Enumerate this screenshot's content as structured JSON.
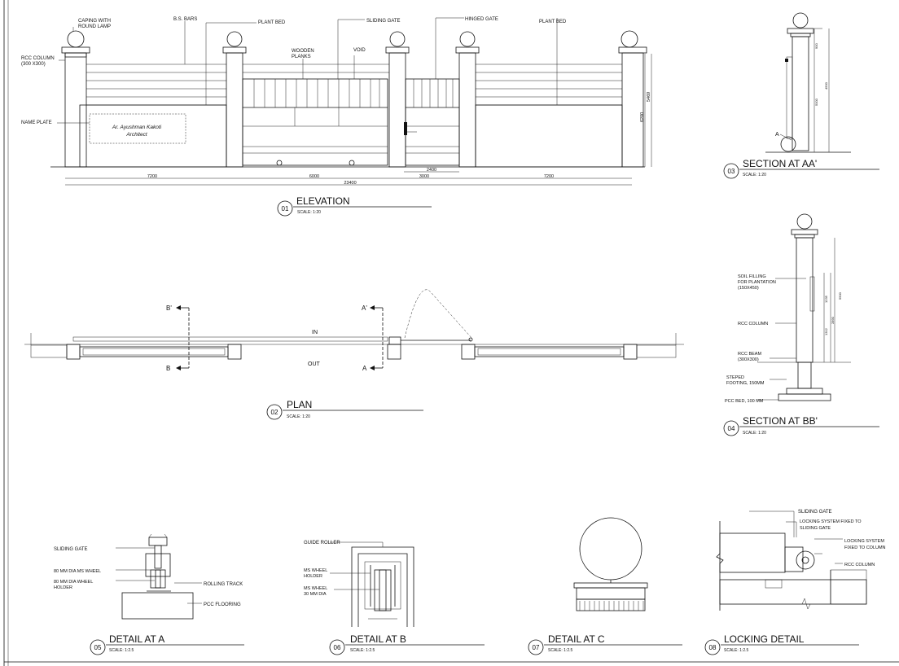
{
  "drawings": {
    "elevation": {
      "num": "01",
      "title": "ELEVATION",
      "scale": "SCALE:  1:20",
      "labels": {
        "caping": [
          "CAPING WITH",
          "ROUND LAMP"
        ],
        "ms_bars": "B.S. BARS",
        "plant_bed_1": "PLANT BED",
        "sliding_gate": "SLIDING GATE",
        "hinged_gate": "HINGED GATE",
        "plant_bed_2": "PLANT BED",
        "rcc_column": [
          "RCC COLUMN",
          "(300 X300)"
        ],
        "wooden_planks": [
          "WOODEN",
          "PLANKS"
        ],
        "void": "VOID",
        "name_plate": "NAME PLATE"
      },
      "plate_text": [
        "Ar. Ayushman Kakoti",
        "Architect"
      ],
      "dims": {
        "d1": "7200",
        "d2": "6000",
        "d3": "3000",
        "d4": "7200",
        "total": "23400",
        "gate": "2400",
        "h1": "6200",
        "h2": "5469"
      }
    },
    "section_aa": {
      "num": "03",
      "title": "SECTION AT AA'",
      "scale": "SCALE:  1:20",
      "marker": "A",
      "dims": {
        "a": "900",
        "b": "5000",
        "c": "4500"
      }
    },
    "plan": {
      "num": "02",
      "title": "PLAN",
      "scale": "SCALE:  1:20",
      "in": "IN",
      "out": "OUT",
      "b_top": "B'",
      "b_bot": "B",
      "a_top": "A'",
      "a_bot": "A"
    },
    "section_bb": {
      "num": "04",
      "title": "SECTION AT BB'",
      "scale": "SCALE:  1:20",
      "labels": {
        "soil": [
          "SOIL FILLING",
          "FOR PLANTATION",
          "(150X450)"
        ],
        "rcc_column": "RCC COLUMN",
        "rcc_beam": [
          "RCC BEAM",
          "(300X300)"
        ],
        "footing": [
          "STEPED",
          "FOOTING, 150MM"
        ],
        "pcc": "PCC BED, 100 MM"
      },
      "dims": {
        "a": "1235",
        "b": "1312",
        "c": "2890",
        "d": "5500"
      }
    },
    "detail_a": {
      "num": "05",
      "title": "DETAIL AT A",
      "scale": "SCALE:  1:2.5",
      "labels": {
        "sliding_gate": "SLIDING GATE",
        "wheel": "80 MM DIA  MS WHEEL",
        "holder": [
          "80 MM DIA WHEEL",
          "HOLDER"
        ],
        "track": "ROLLING TRACK",
        "pcc": "PCC FLOORING"
      }
    },
    "detail_b": {
      "num": "06",
      "title": "DETAIL AT B",
      "scale": "SCALE:  1:2.5",
      "labels": {
        "guide": "GUIDE ROLLER",
        "holder": [
          "MS WHEEL",
          "HOLDER"
        ],
        "wheel": [
          "MS WHEEL",
          "30 MM DIA"
        ]
      }
    },
    "detail_c": {
      "num": "07",
      "title": "DETAIL AT C",
      "scale": "SCALE:  1:2.5"
    },
    "locking": {
      "num": "08",
      "title": "LOCKING DETAIL",
      "scale": "SCALE:  1:2.5",
      "labels": {
        "sliding_gate": "SLIDING GATE",
        "lock1": [
          "LOCKING SYSTEM FIXED TO",
          "SLIDING GATE"
        ],
        "lock2": [
          "LOCKING SYSTEM",
          "FIXED TO COLUMN"
        ],
        "rcc_column": "RCC COLUMN"
      }
    }
  }
}
